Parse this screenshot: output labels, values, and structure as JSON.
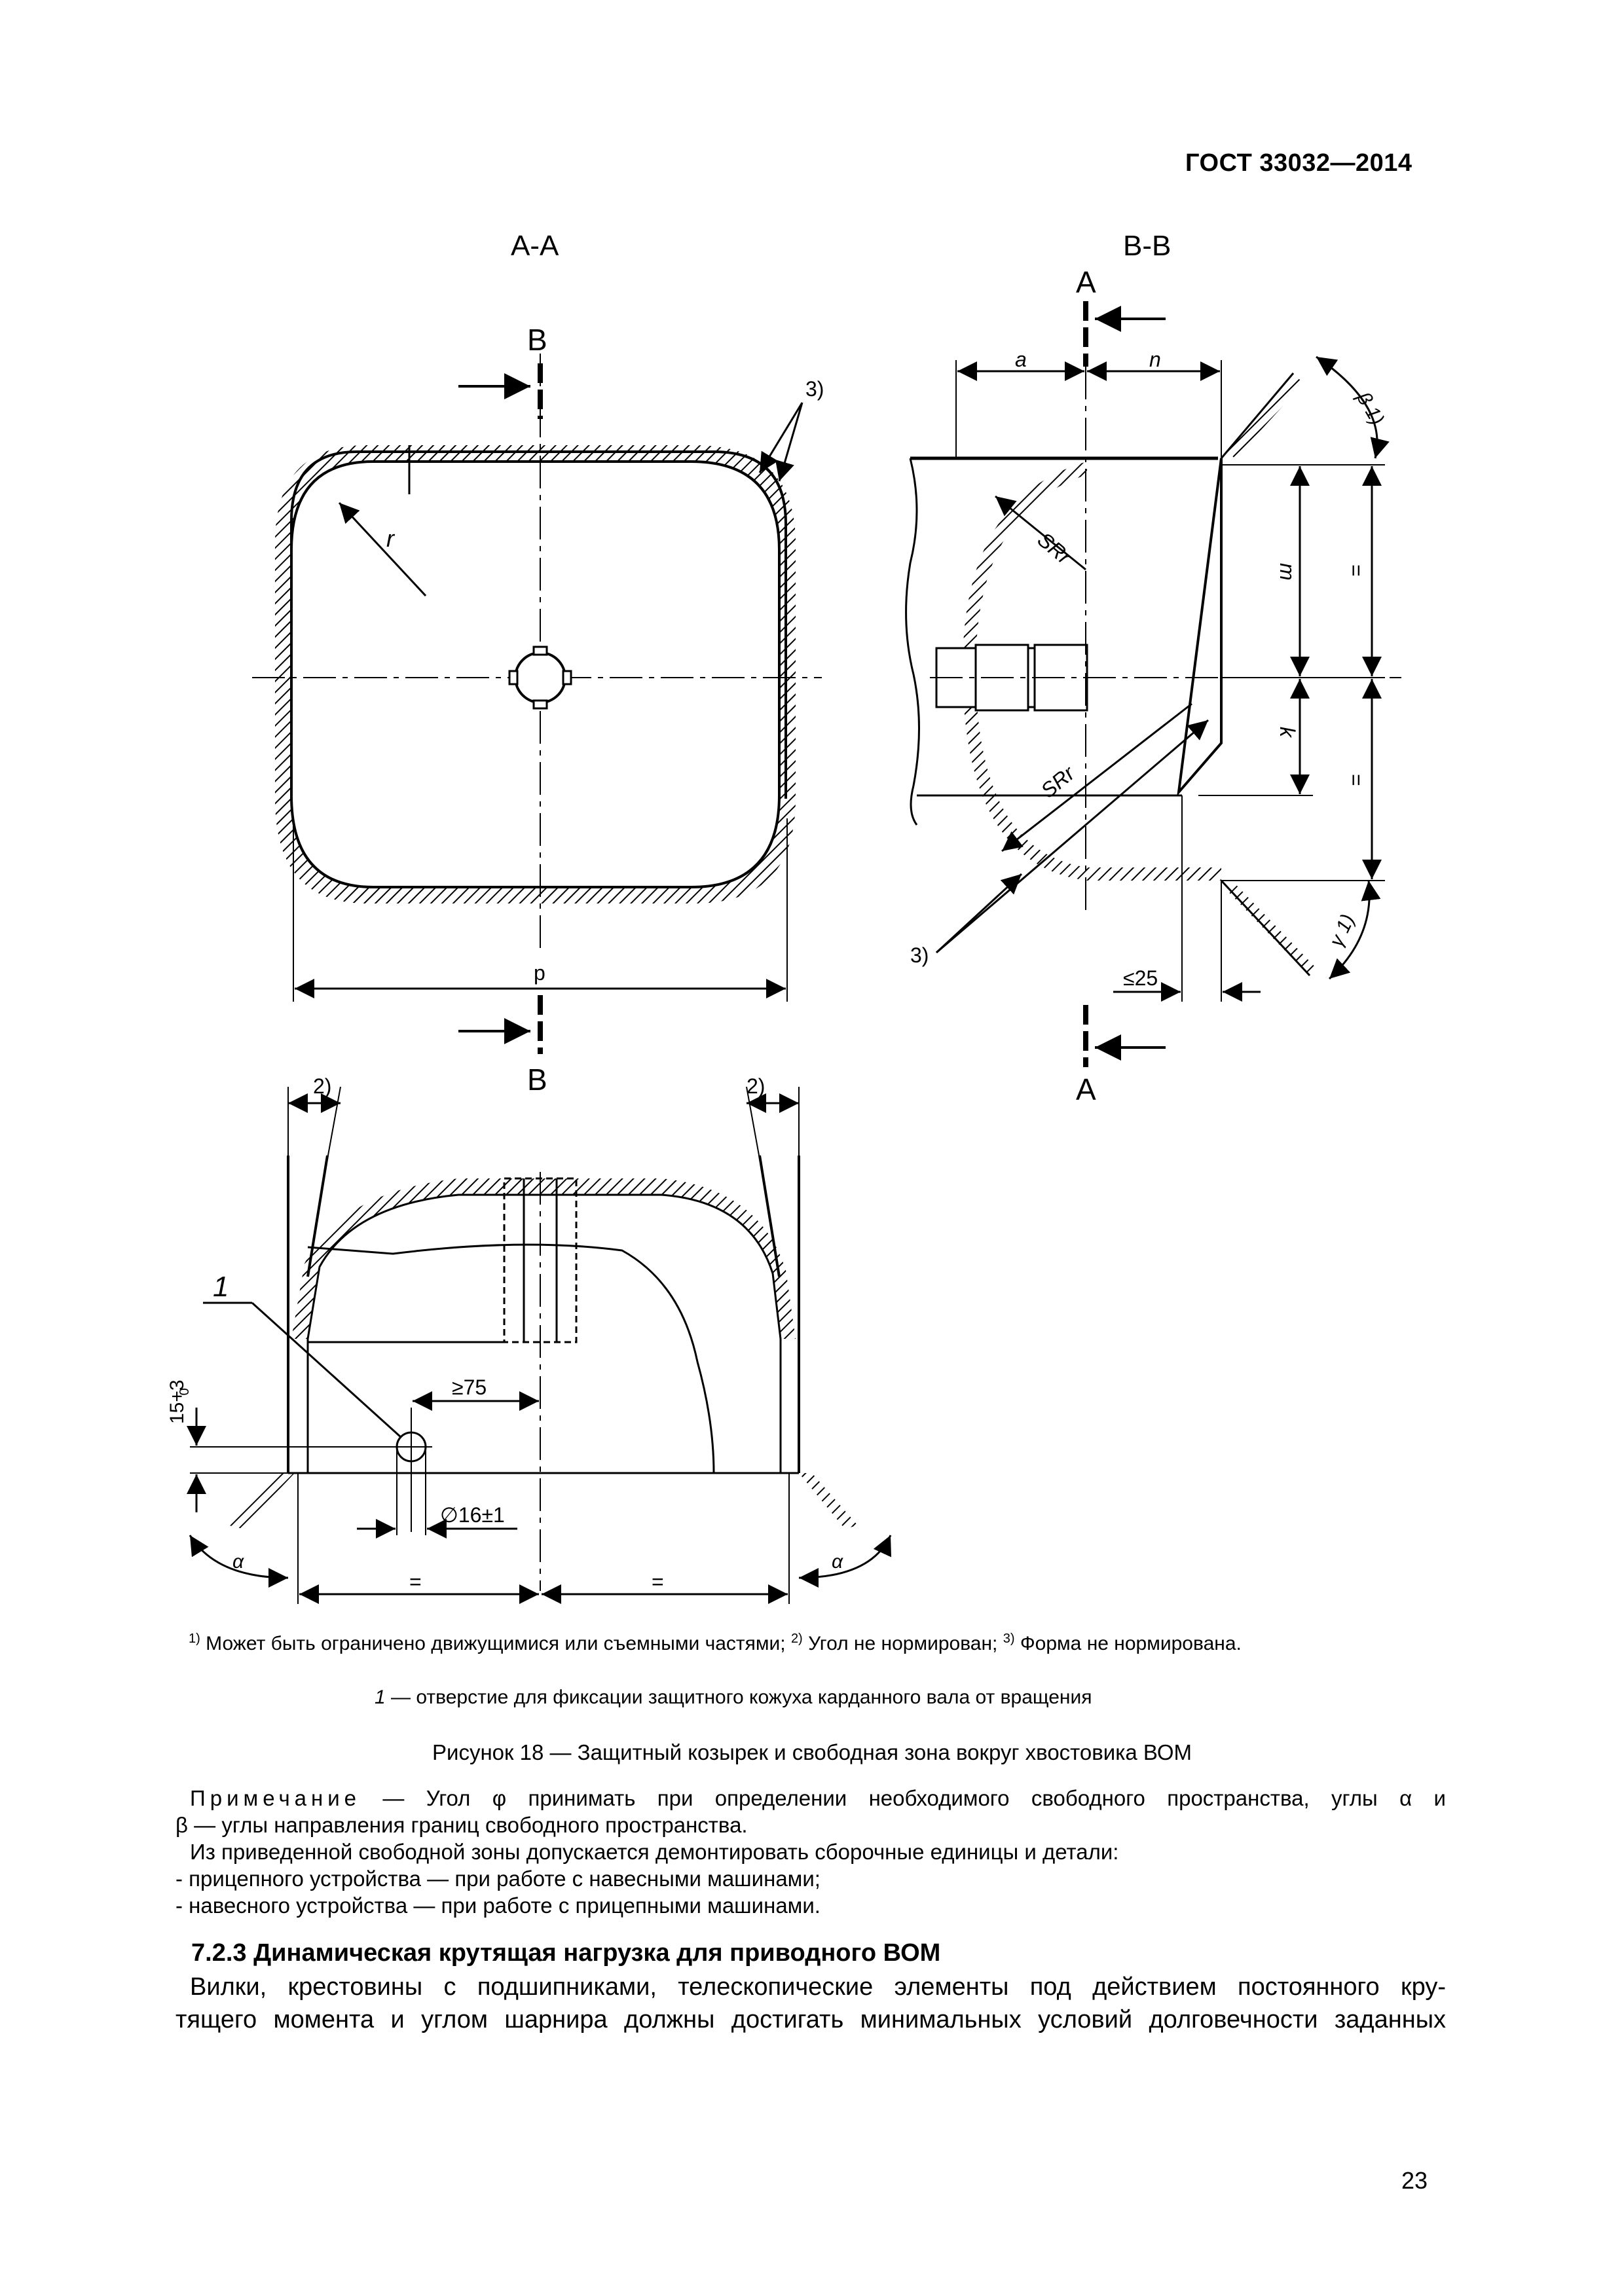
{
  "header": {
    "standard": "ГОСТ 33032—2014"
  },
  "figure": {
    "views": {
      "aa_title": "А-А",
      "bb_title": "В-В"
    },
    "labels": {
      "section_b": "В",
      "section_a": "А",
      "note_2": "2)",
      "note_3": "3)",
      "r": "r",
      "sr": "SRr",
      "a": "a",
      "n": "n",
      "m": "m",
      "k": "k",
      "eq": "=",
      "beta": "β 1)",
      "gamma": "γ 1)",
      "alpha": "α",
      "p": "p",
      "le25": "≤25",
      "ge75": "≥75",
      "dia": "∅16±1",
      "tol": "15+3",
      "tol_sub": "0",
      "item1": "1"
    }
  },
  "footnotes": {
    "f1_mark": "1)",
    "f1": " Может быть ограничено движущимися или съемными частями; ",
    "f2_mark": "2)",
    "f2": " Угол не нормирован; ",
    "f3_mark": "3)",
    "f3": " Форма не нормирована."
  },
  "legend": {
    "num": "1",
    "text": " — отверстие для фиксации защитного кожуха карданного вала от вращения"
  },
  "caption": "Рисунок 18 — Защитный козырек и свободная зона вокруг хвостовика ВОМ",
  "note": {
    "label": "Примечание",
    "line1": " — Угол φ принимать при определении необходимого свободного пространства, углы α и",
    "line2": "β — углы направления границ свободного пространства.",
    "line3": "Из приведенной свободной зоны допускается демонтировать сборочные единицы и детали:",
    "line4": "- прицепного устройства — при работе с навесными машинами;",
    "line5": "- навесного устройства — при работе с прицепными машинами."
  },
  "section": {
    "heading": "7.2.3 Динамическая крутящая нагрузка для приводного ВОМ",
    "line1": "Вилки, крестовины с подшипниками, телескопические элементы под действием постоянного кру-",
    "line2": "тящего момента и углом шарнира должны достигать минимальных условий долговечности заданных"
  },
  "page_number": "23"
}
